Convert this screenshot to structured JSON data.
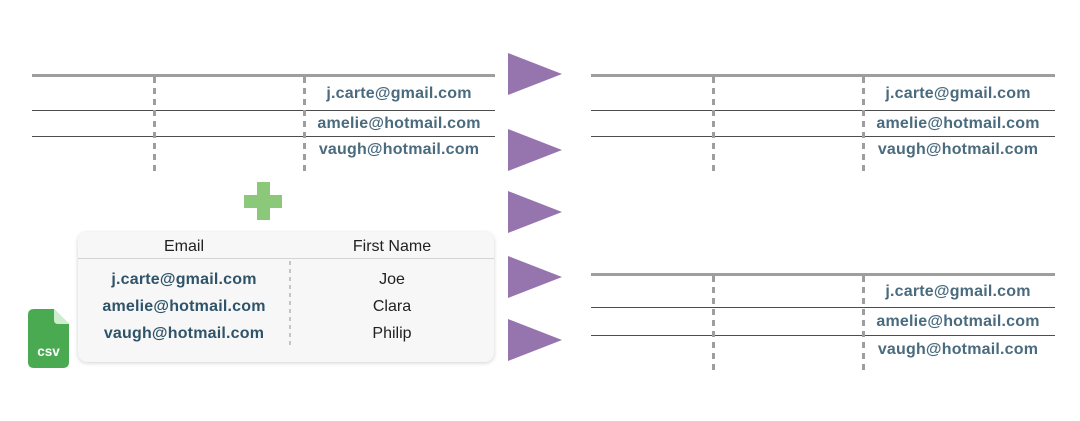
{
  "diagram": {
    "source_tables": {
      "emails": [
        "j.carte@gmail.com",
        "amelie@hotmail.com",
        "vaugh@hotmail.com"
      ]
    },
    "csv_card": {
      "columns": [
        "Email",
        "First Name"
      ],
      "rows": [
        {
          "email": "j.carte@gmail.com",
          "first_name": "Joe"
        },
        {
          "email": "amelie@hotmail.com",
          "first_name": "Clara"
        },
        {
          "email": "vaugh@hotmail.com",
          "first_name": "Philip"
        }
      ]
    },
    "csv_icon_label": "csv",
    "arrows": {
      "count": 5
    },
    "colors": {
      "arrow_purple": "#9674AE",
      "plus_green": "#8CC87A",
      "csv_icon_green": "#4AAA52",
      "csv_icon_fold": "#CDEECE",
      "table_email_text": "#4A6B7E",
      "card_email_text": "#2F546A",
      "card_name_text": "#212121",
      "table_top_line": "#9E9E9E",
      "table_row_line": "#4D4D4D",
      "dashed_guide": "#9E9E9E",
      "card_background": "#F7F7F7"
    }
  }
}
